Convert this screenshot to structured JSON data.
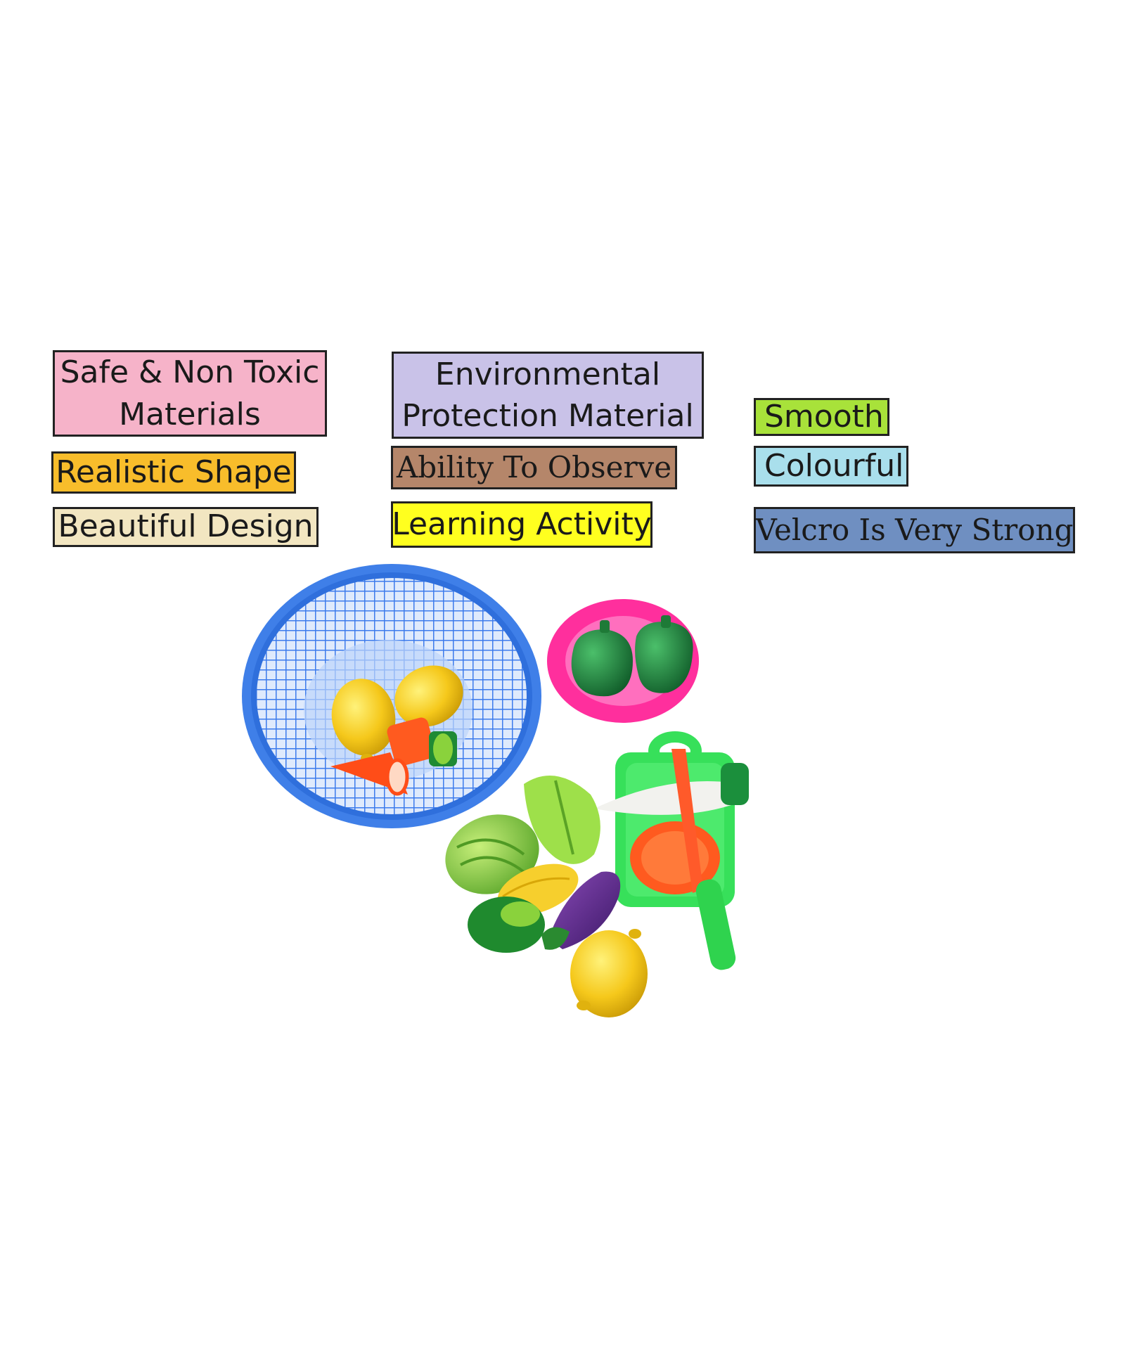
{
  "labels": {
    "safe": {
      "line1": "Safe & Non Toxic",
      "line2": "Materials",
      "bg": "#f6b3c9"
    },
    "environmental": {
      "line1": "Environmental",
      "line2": "Protection Material",
      "bg": "#c9c2e8"
    },
    "smooth": {
      "text": "Smooth",
      "bg": "#a8e23a"
    },
    "realistic": {
      "text": "Realistic Shape",
      "bg": "#f8bd2b"
    },
    "observe": {
      "text": "Ability To Observe",
      "bg": "#b5866a"
    },
    "colourful": {
      "text": "Colourful",
      "bg": "#a9dfec"
    },
    "beautiful": {
      "text": "Beautiful Design",
      "bg": "#f2e6c1"
    },
    "learning": {
      "text": "Learning Activity",
      "bg": "#ffff1f"
    },
    "velcro": {
      "text": "Velcro Is Very Strong",
      "bg": "#6f8fc1"
    }
  },
  "photo": {
    "basket": "blue plastic basket",
    "plate": "pink plate",
    "board": "green cutting board",
    "knife": "toy knife"
  }
}
